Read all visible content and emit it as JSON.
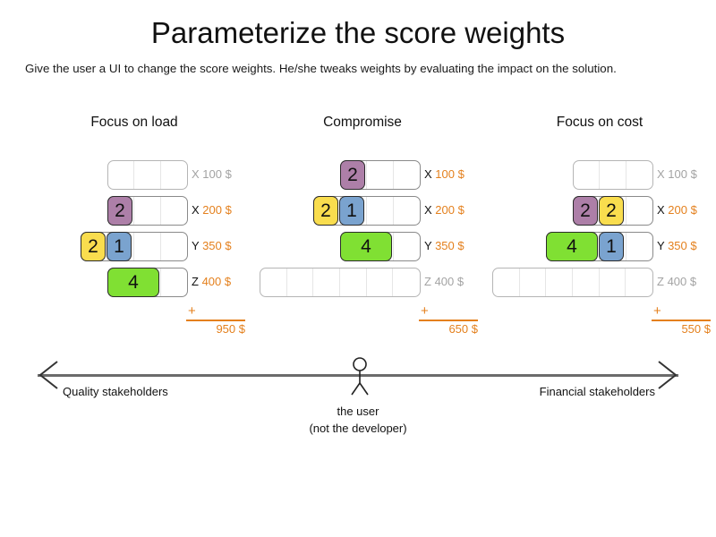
{
  "title": "Parameterize the score weights",
  "subtitle": "Give the user a UI to change the score weights. He/she tweaks weights by evaluating the impact on the solution.",
  "colors": {
    "purple": "#ad7fa8",
    "yellow": "#f9dd4e",
    "blue": "#7aa3cf",
    "green": "#80e033",
    "orange": "#e4801d",
    "inactive_gray": "#a3a3a3",
    "track_border": "#8a8a8a",
    "cell_divider": "#e6e6e6",
    "axis_gray": "#6b6b6b"
  },
  "columns": [
    {
      "header": "Focus on load",
      "total_plus": "+",
      "total": "950 $",
      "rows": [
        {
          "key": "X",
          "amount": "100 $",
          "active": false,
          "cells": 3,
          "blocks": []
        },
        {
          "key": "X",
          "amount": "200 $",
          "active": true,
          "cells": 3,
          "blocks": [
            {
              "value": "2",
              "color": "purple",
              "span": 1
            }
          ]
        },
        {
          "key": "Y",
          "amount": "350 $",
          "active": true,
          "cells": 4,
          "blocks": [
            {
              "value": "2",
              "color": "yellow",
              "span": 1
            },
            {
              "value": "1",
              "color": "blue",
              "span": 1
            }
          ]
        },
        {
          "key": "Z",
          "amount": "400 $",
          "active": true,
          "cells": 3,
          "blocks": [
            {
              "value": "4",
              "color": "green",
              "span": 2
            }
          ]
        }
      ]
    },
    {
      "header": "Compromise",
      "total_plus": "+",
      "total": "650 $",
      "rows": [
        {
          "key": "X",
          "amount": "100 $",
          "active": true,
          "cells": 3,
          "blocks": [
            {
              "value": "2",
              "color": "purple",
              "span": 1
            }
          ]
        },
        {
          "key": "X",
          "amount": "200 $",
          "active": true,
          "cells": 4,
          "blocks": [
            {
              "value": "2",
              "color": "yellow",
              "span": 1
            },
            {
              "value": "1",
              "color": "blue",
              "span": 1
            }
          ]
        },
        {
          "key": "Y",
          "amount": "350 $",
          "active": true,
          "cells": 3,
          "blocks": [
            {
              "value": "4",
              "color": "green",
              "span": 2
            }
          ]
        },
        {
          "key": "Z",
          "amount": "400 $",
          "active": false,
          "cells": 6,
          "blocks": []
        }
      ]
    },
    {
      "header": "Focus on cost",
      "total_plus": "+",
      "total": "550 $",
      "rows": [
        {
          "key": "X",
          "amount": "100 $",
          "active": false,
          "cells": 3,
          "blocks": []
        },
        {
          "key": "X",
          "amount": "200 $",
          "active": true,
          "cells": 3,
          "blocks": [
            {
              "value": "2",
              "color": "purple",
              "span": 1
            },
            {
              "value": "2",
              "color": "yellow",
              "span": 1
            }
          ]
        },
        {
          "key": "Y",
          "amount": "350 $",
          "active": true,
          "cells": 4,
          "blocks": [
            {
              "value": "4",
              "color": "green",
              "span": 2
            },
            {
              "value": "1",
              "color": "blue",
              "span": 1
            }
          ]
        },
        {
          "key": "Z",
          "amount": "400 $",
          "active": false,
          "cells": 6,
          "blocks": []
        }
      ]
    }
  ],
  "axis": {
    "left_label": "Quality stakeholders",
    "right_label": "Financial stakeholders",
    "figure_caption_line1": "the user",
    "figure_caption_line2": "(not the developer)"
  }
}
